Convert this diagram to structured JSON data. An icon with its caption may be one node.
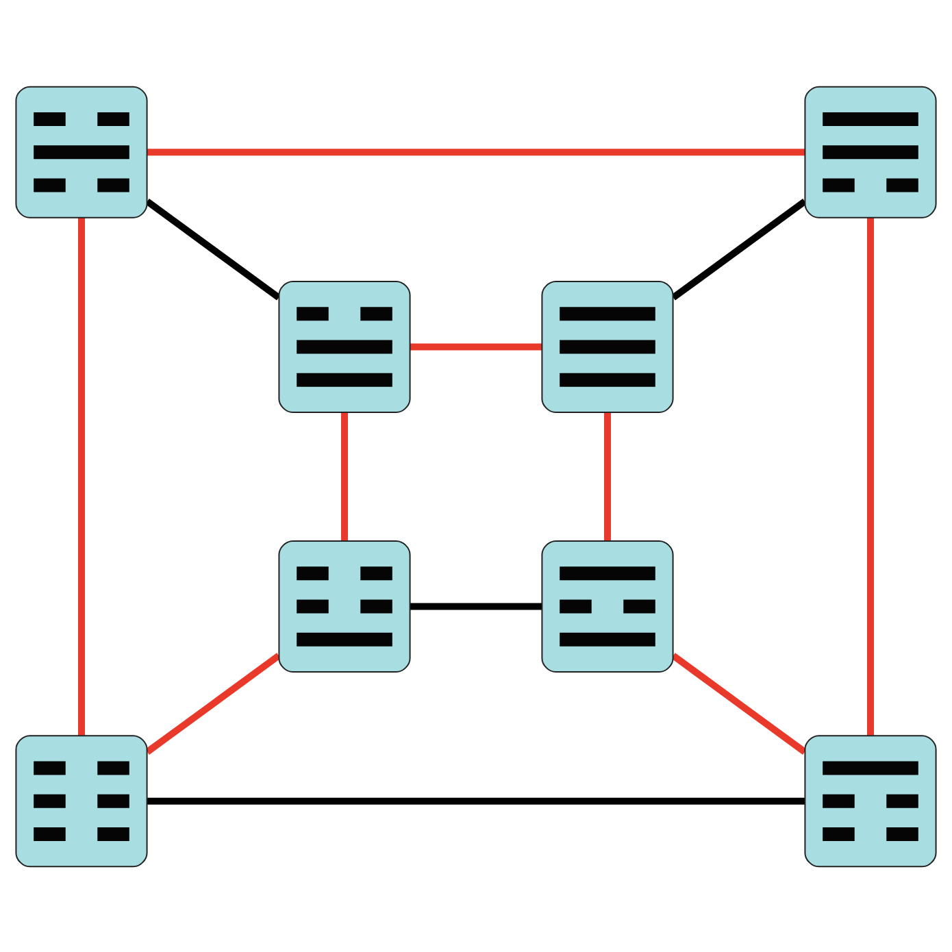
{
  "diagram": {
    "nodes": [
      {
        "text": [],
        "shape": "picture"
      },
      {
        "text": [],
        "shape": "picture"
      },
      {
        "text": [],
        "shape": "picture"
      },
      {
        "text": [],
        "shape": "picture"
      },
      {
        "text": [],
        "shape": "picture"
      },
      {
        "text": [],
        "shape": "picture"
      },
      {
        "text": [],
        "shape": "picture"
      },
      {
        "text": [],
        "shape": "picture"
      }
    ],
    "edges": [
      {
        "from": 0,
        "to": 1,
        "arrow": "none"
      },
      {
        "from": 0,
        "to": 6,
        "arrow": "none"
      },
      {
        "from": 0,
        "to": 2,
        "arrow": "none",
        "color": "#000000"
      },
      {
        "from": 1,
        "to": 3,
        "arrow": "none",
        "color": "#000000"
      },
      {
        "from": 1,
        "to": 7,
        "arrow": "none"
      },
      {
        "from": 2,
        "to": 3,
        "arrow": "none"
      },
      {
        "from": 2,
        "to": 4,
        "arrow": "none"
      },
      {
        "from": 3,
        "to": 5,
        "arrow": "none"
      },
      {
        "from": 4,
        "to": 5,
        "arrow": "none",
        "color": "#000000"
      },
      {
        "from": 4,
        "to": 6,
        "arrow": "none"
      },
      {
        "from": 5,
        "to": 7,
        "arrow": "none"
      },
      {
        "from": 6,
        "to": 7,
        "arrow": "none",
        "color": "#000000"
      }
    ]
  }
}
